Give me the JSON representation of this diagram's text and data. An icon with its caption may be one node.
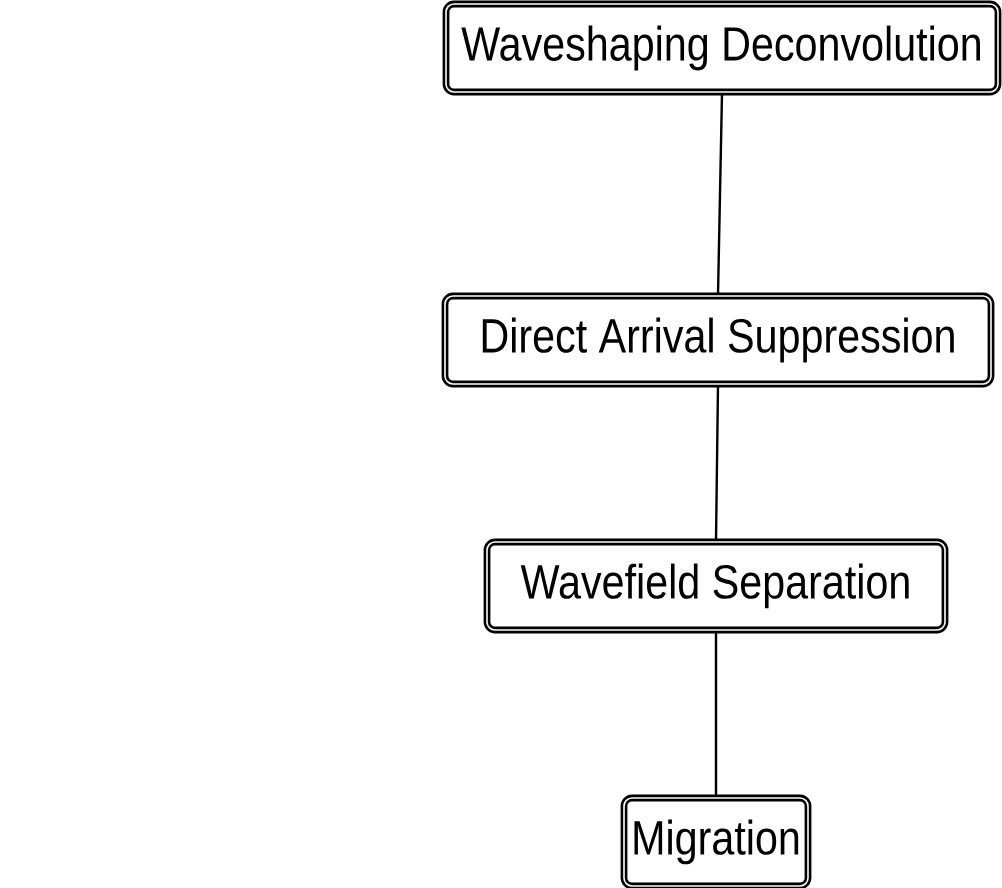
{
  "diagram": {
    "nodes": [
      {
        "text": [
          "Waveshaping Deconvolution"
        ]
      },
      {
        "text": [
          "Direct Arrival Suppression"
        ]
      },
      {
        "text": [
          "Wavefield Separation"
        ]
      },
      {
        "text": [
          "Migration"
        ]
      }
    ],
    "edges": [
      {
        "from": 0,
        "to": 1,
        "arrow": "none"
      },
      {
        "from": 1,
        "to": 2,
        "arrow": "none"
      },
      {
        "from": 2,
        "to": 3,
        "arrow": "none"
      }
    ]
  }
}
